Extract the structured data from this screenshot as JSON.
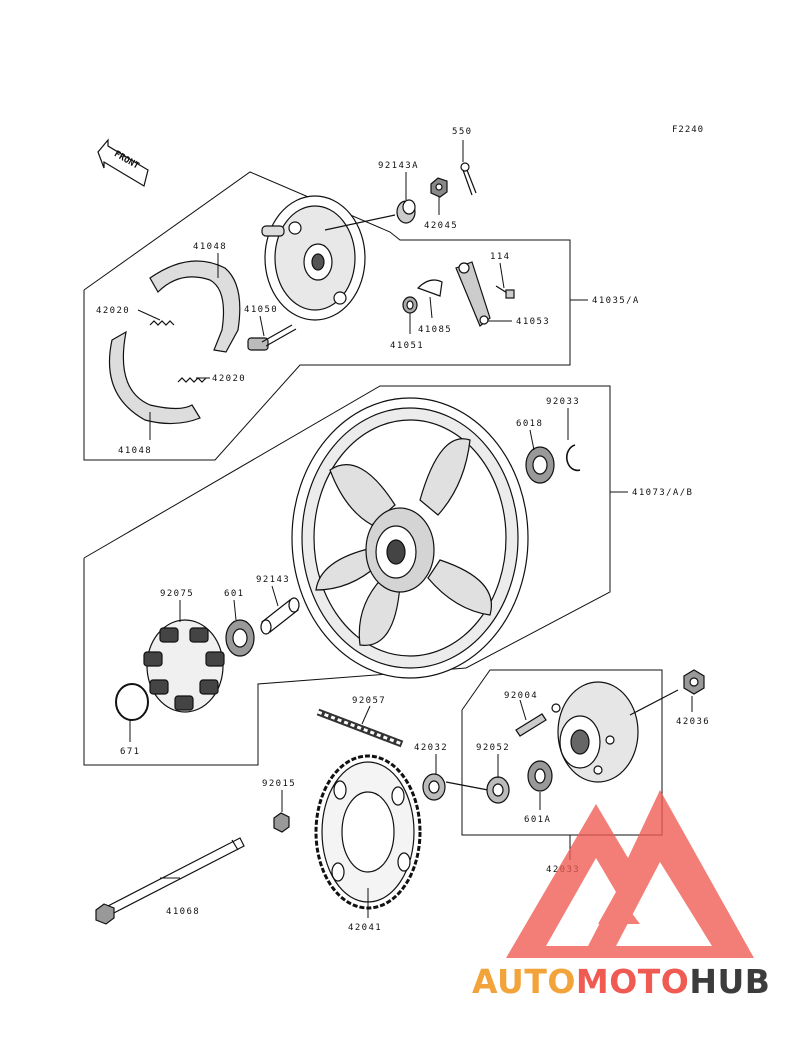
{
  "diagram": {
    "figure_code": "F2240",
    "front_label": "FRONT",
    "labels": {
      "p550": "550",
      "p92143A": "92143A",
      "p42045": "42045",
      "p41048_top": "41048",
      "p42020_top": "42020",
      "p41050": "41050",
      "p114": "114",
      "p41085": "41085",
      "p41053": "41053",
      "p41051": "41051",
      "p41035": "41035/A",
      "p42020_bot": "42020",
      "p41048_bot": "41048",
      "p92033": "92033",
      "p6018": "6018",
      "p41073": "41073/A/B",
      "p92075": "92075",
      "p601": "601",
      "p92143": "92143",
      "p671": "671",
      "p92057": "92057",
      "p92004": "92004",
      "p42036": "42036",
      "p42032": "42032",
      "p92052": "92052",
      "p601A": "601A",
      "p92015": "92015",
      "p41068": "41068",
      "p42041": "42041",
      "p42033": "42033"
    }
  },
  "watermark": {
    "part1": "AUTO",
    "part2": "MOTO",
    "part3": "HUB",
    "color_auto": "#f2a33a",
    "color_moto": "#ef5b52",
    "color_hub": "#3c3c3c"
  }
}
